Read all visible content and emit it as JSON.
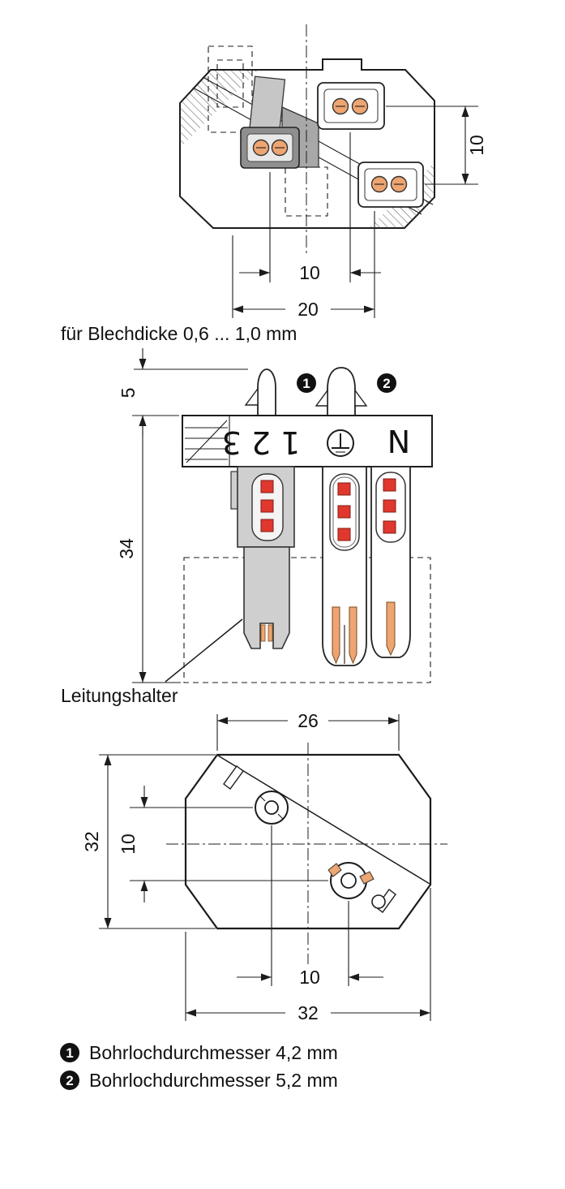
{
  "meta": {
    "type": "technical-drawing",
    "language": "de"
  },
  "colors": {
    "line": "#1c1c1c",
    "contact_orange": "#eda571",
    "test_slot_red": "#e0382e",
    "housing_gray": "#cfcfcf",
    "lever_gray": "#8f8f8f",
    "background": "#ffffff"
  },
  "top_view": {
    "dim_vertical_right": "10",
    "dim_horizontal_inner": "10",
    "dim_horizontal_outer": "20"
  },
  "captions": {
    "blechdicke": "für Blechdicke 0,6 ... 1,0 mm",
    "leitungshalter": "Leitungshalter"
  },
  "side_view": {
    "dim_pin_height": "5",
    "dim_total_height": "34",
    "marker_1": "1",
    "marker_2": "2",
    "terminal_marking": "1 2 3",
    "neutral_label": "N"
  },
  "bottom_view": {
    "dim_top_width": "26",
    "dim_left_height": "32",
    "dim_hole_offset_vertical": "10",
    "dim_hole_offset_horizontal": "10",
    "dim_bottom_width": "32"
  },
  "legend": {
    "items": [
      {
        "marker": "1",
        "text": "Bohrlochdurchmesser 4,2 mm"
      },
      {
        "marker": "2",
        "text": "Bohrlochdurchmesser 5,2 mm"
      }
    ]
  }
}
